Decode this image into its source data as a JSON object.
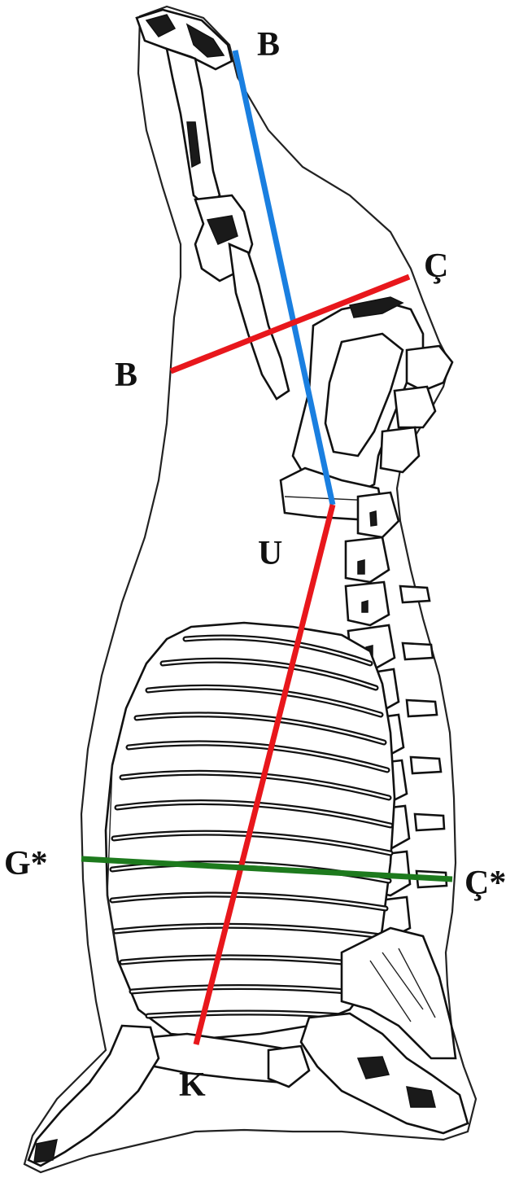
{
  "labels": {
    "blue_top": "B",
    "red_right": "Ç",
    "red_left": "B",
    "vertical_mid": "U",
    "green_left": "G*",
    "green_right": "Ç*",
    "bottom": "K"
  },
  "line_colors": {
    "blue": "#1a7fe0",
    "red": "#e8171c",
    "green": "#1d7a1d"
  }
}
